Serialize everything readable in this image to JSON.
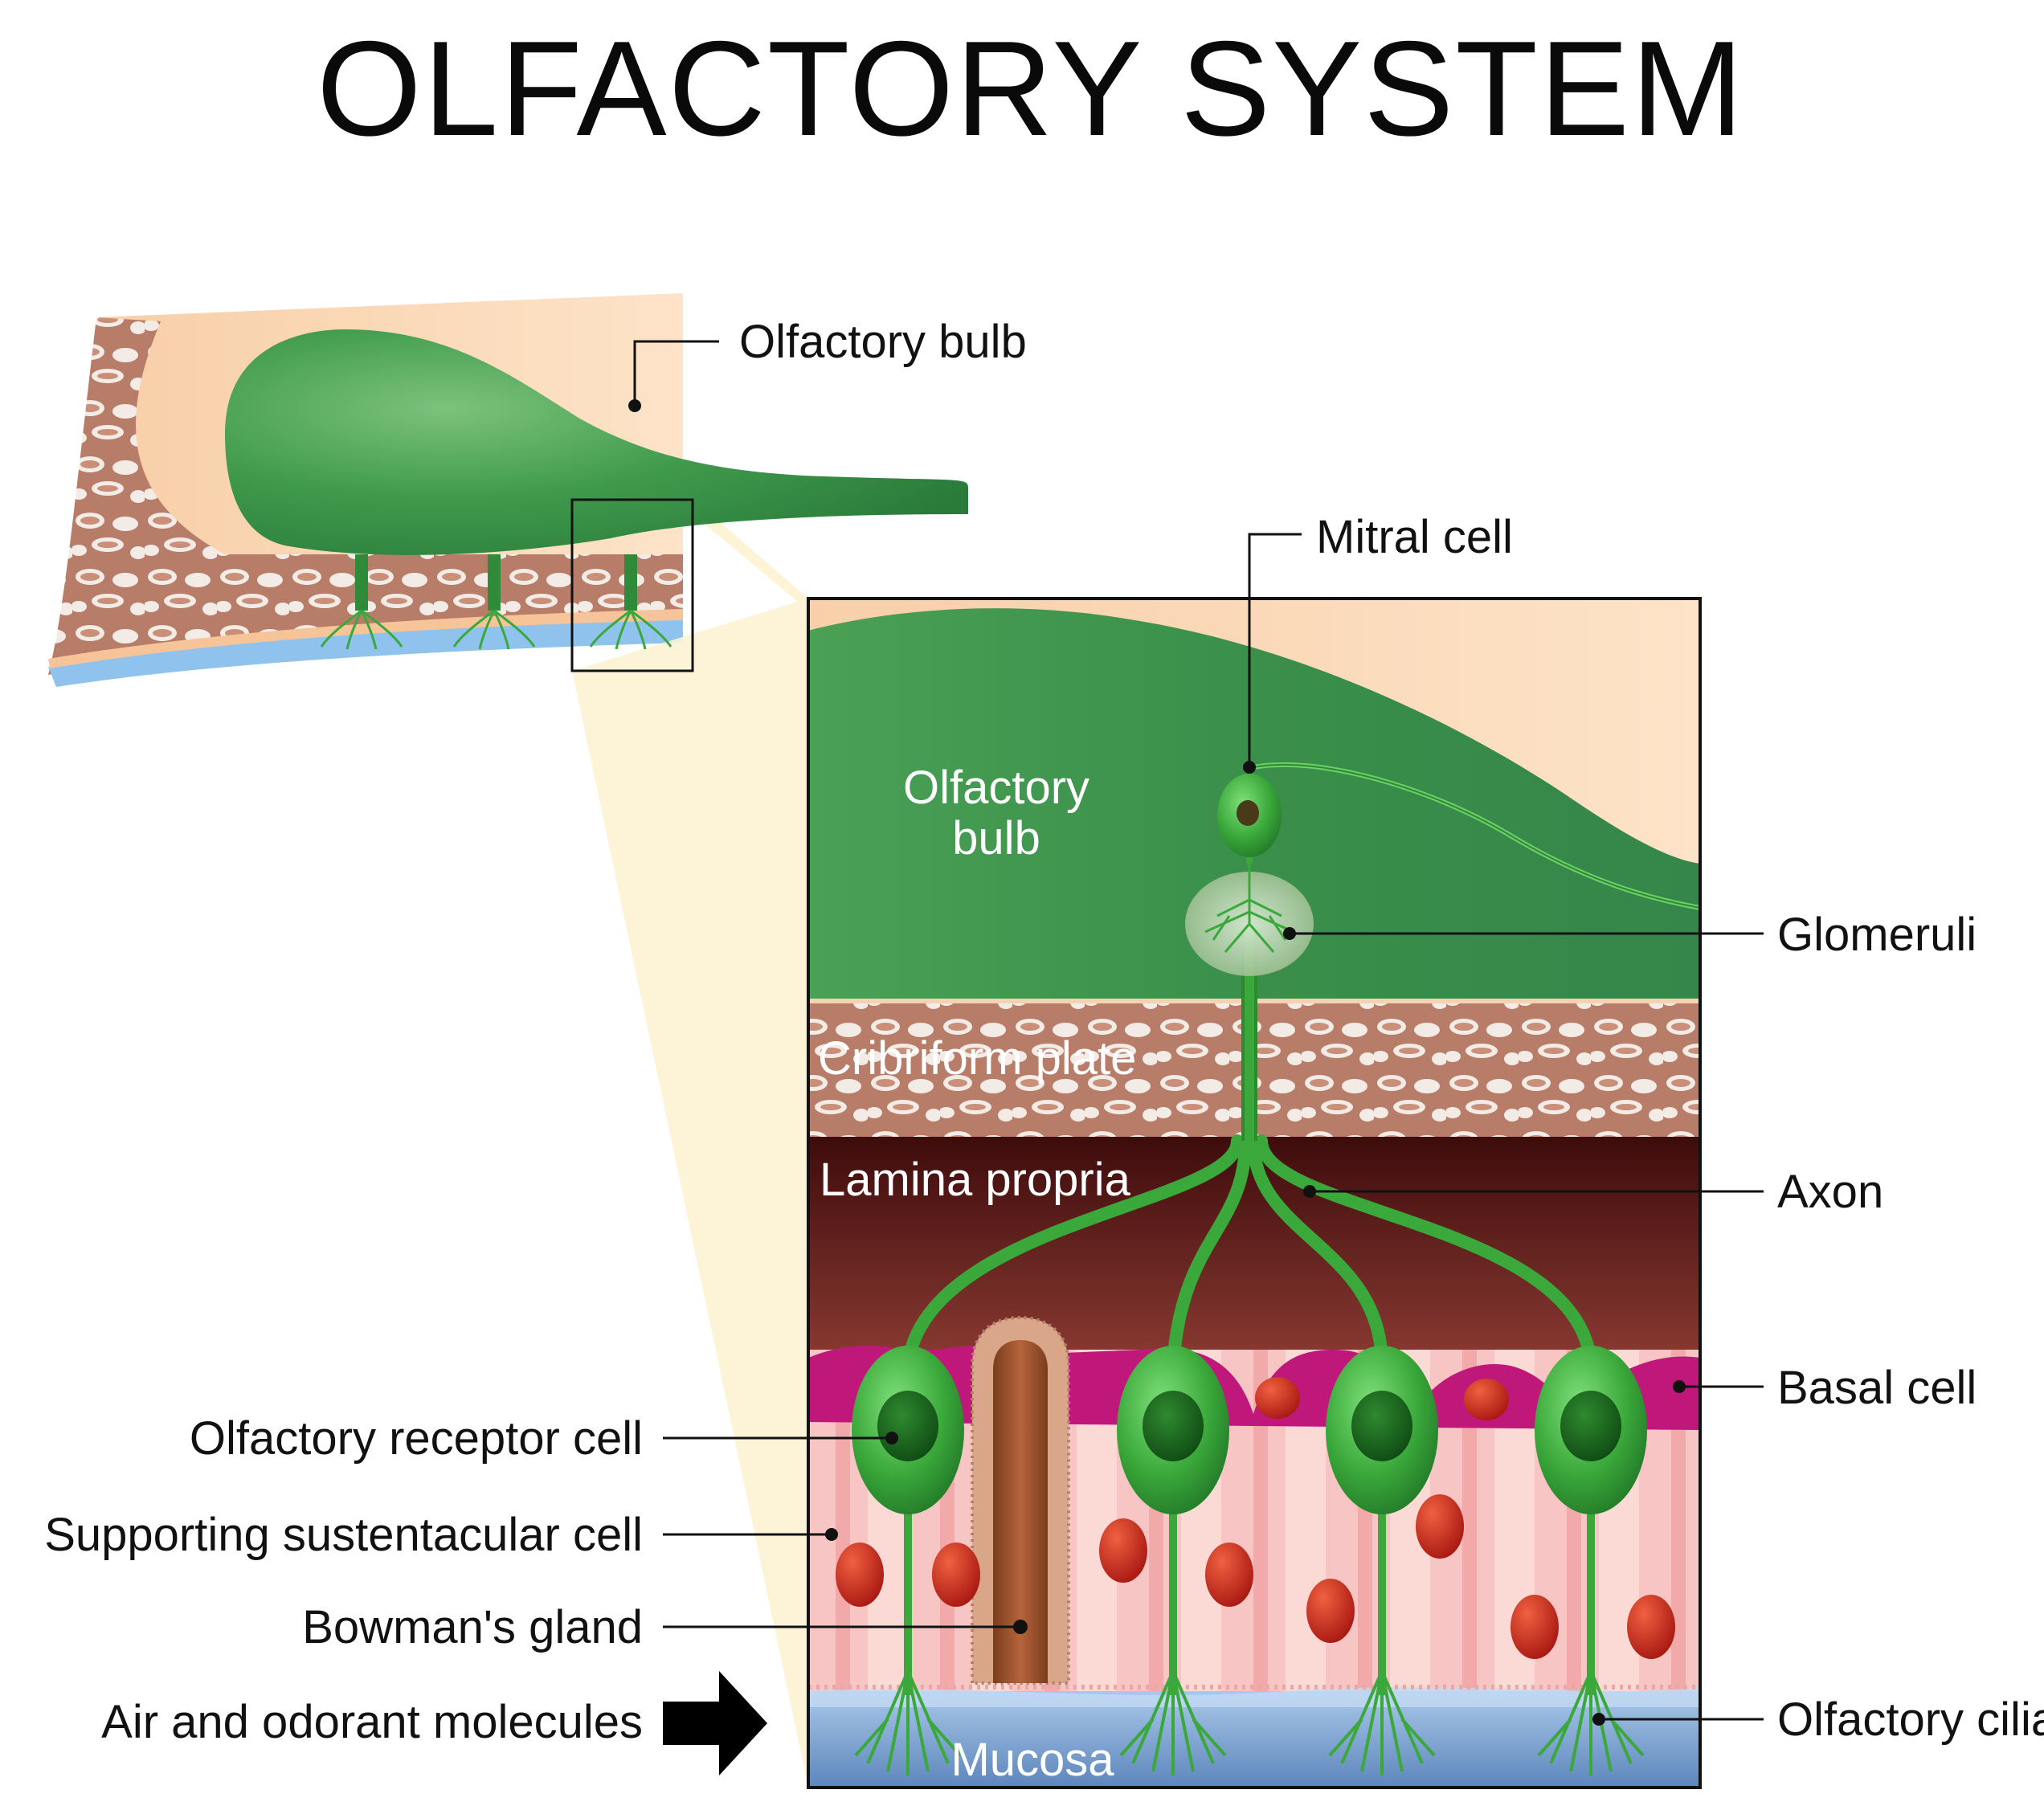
{
  "title": "OLFACTORY SYSTEM",
  "overview": {
    "bulb_label": "Olfactory bulb"
  },
  "detail": {
    "bulb_label_line1": "Olfactory",
    "bulb_label_line2": "bulb",
    "cribriform_label": "Cribriform plate",
    "lamina_label": "Lamina propria",
    "mucosa_label": "Mucosa"
  },
  "callouts": {
    "mitral_cell": "Mitral cell",
    "glomeruli": "Glomeruli",
    "axon": "Axon",
    "basal_cell": "Basal cell",
    "olfactory_cilia": "Olfactory cilia",
    "olfactory_receptor_cell": "Olfactory receptor cell",
    "supporting_cell": "Supporting sustentacular cell",
    "bowmans_gland": "Bowman's gland",
    "air_molecules": "Air and odorant molecules"
  },
  "colors": {
    "bulb_green": "#3a8f4a",
    "neuron_green": "#3aa83a",
    "bone": "#b07a66",
    "peach": "#fbd9b8",
    "lamina": "#5a1616",
    "epithelium": "#f6c4c4",
    "basal_magenta": "#c0187a",
    "nucleus_red": "#c8281e",
    "mucosa_blue": "#6f9ccf"
  }
}
